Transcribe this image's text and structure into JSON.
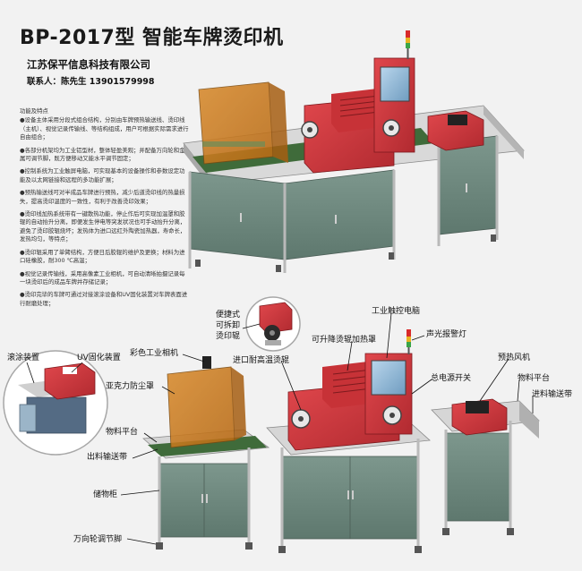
{
  "title": "BP-2017型 智能车牌烫印机",
  "company": "江苏保平信息科技有限公司",
  "contact": "联系人：陈先生 13901579998",
  "features": {
    "heading": "功能及特点",
    "items": [
      "●设备主体采用分段式组合结构，分别由车牌预热输送线、烫印线（主机）、视觉记录传输线、等结构组成，用户可根据实际需求进行自由组合；",
      "●各部分机架均为工业铝型材，整体轻盈美观；并配备万向轮和金属可调节脚，既方便移动又能水平调节固定；",
      "●控制系统为工业触屏电脑，可实现基本的设备操作和参数设定功能及以太网链接和远程的多功能扩展；",
      "●预热输送线可对半成品车牌进行预热，减少后道烫印线的热量损失，提高烫印温度的一致性，有利于改善烫印效果；",
      "●烫印线加热系统带有一键散热功能，停止作后可实现加温罩和胶辊的自动抬升分离，即便发生停电等突发状况也可手动抬升分离，避免了烫印胶辊烧坏；发热体为进口远红外陶瓷加热器，寿命长，发热均匀，等特点；",
      "●烫印辊采用了单臂结构，方便日后胶辊的维护及更换；材料为进口硅橡胶，耐300 ℃高温；",
      "●视觉记录传输线，采用高像素工业相机，可自动清晰拍摄记录每一块烫印后的成品车牌并存储记录；",
      "●烫印完毕的车牌可通过对接滚涂设备和UV固化装置对车牌表面进行耐磨处理；"
    ]
  },
  "labels": {
    "roller_coater": "滚涂装置",
    "uv_curing": "UV固化装置",
    "color_camera": "彩色工业相机",
    "acrylic_cover": "亚克力防尘罩",
    "material_table_left": "物料平台",
    "outfeed_belt": "出料输送带",
    "storage_cabinet": "储物柜",
    "caster_foot": "万向轮调节脚",
    "portable_roller_1": "便捷式",
    "portable_roller_2": "可拆卸",
    "portable_roller_3": "烫印辊",
    "liftable_hood": "可升降烫辊加热罩",
    "imported_roller": "进口耐高温烫辊",
    "touch_pc": "工业触控电脑",
    "alarm_light": "声光报警灯",
    "power_switch": "总电源开关",
    "preheat_fan": "预热风机",
    "material_table_right": "物料平台",
    "infeed_belt": "进料输送带"
  },
  "colors": {
    "cabinet": "#6f8a80",
    "frame": "#c8c8c8",
    "red_unit": "#d0343a",
    "acrylic": "#c8781e",
    "screen": "#8fb8d8"
  }
}
